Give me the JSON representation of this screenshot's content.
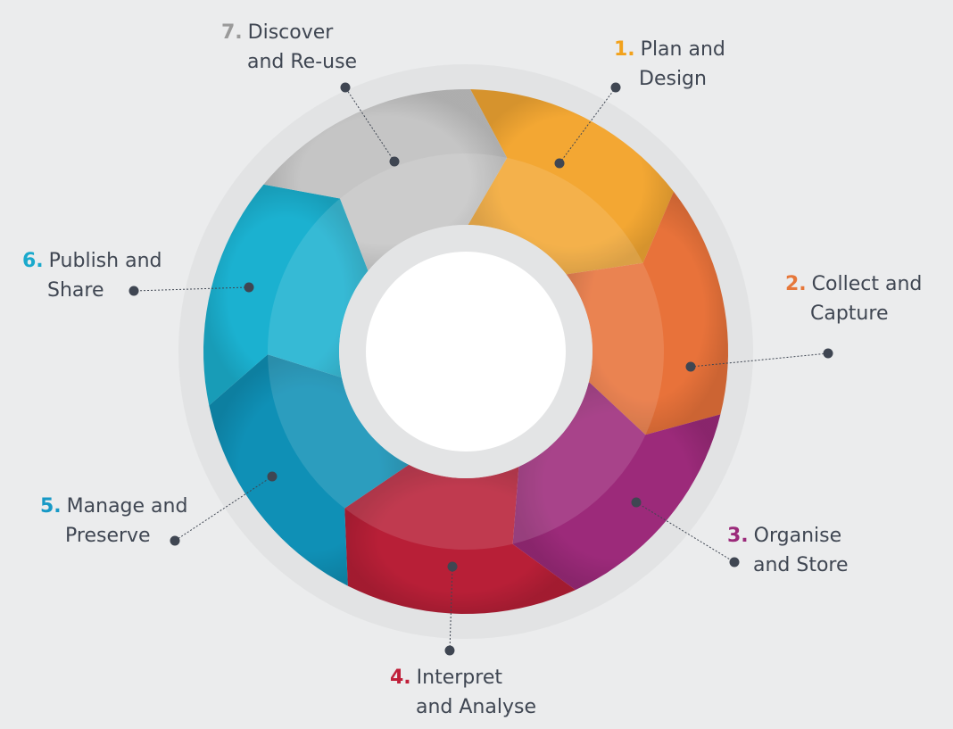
{
  "title": "Research data lifecycle",
  "stages": [
    {
      "number": "1.",
      "line1": "Plan and",
      "line2": "Design",
      "color": "#f3a733",
      "num_color": "#f2a21c"
    },
    {
      "number": "2.",
      "line1": "Collect and",
      "line2": "Capture",
      "color": "#e8723a",
      "num_color": "#e6773a"
    },
    {
      "number": "3.",
      "line1": "Organise",
      "line2": "and Store",
      "color": "#9c2a7a",
      "num_color": "#9b2a7a"
    },
    {
      "number": "4.",
      "line1": "Interpret",
      "line2": "and Analyse",
      "color": "#b81f37",
      "num_color": "#c0203a"
    },
    {
      "number": "5.",
      "line1": "Manage and",
      "line2": "Preserve",
      "color": "#0f90b6",
      "num_color": "#1799c6"
    },
    {
      "number": "6.",
      "line1": "Publish and",
      "line2": "Share",
      "color": "#1bb1d0",
      "num_color": "#1aa9cc"
    },
    {
      "number": "7.",
      "line1": "Discover",
      "line2": "and Re-use",
      "color": "#c5c5c5",
      "num_color": "#9a9a9a"
    }
  ]
}
